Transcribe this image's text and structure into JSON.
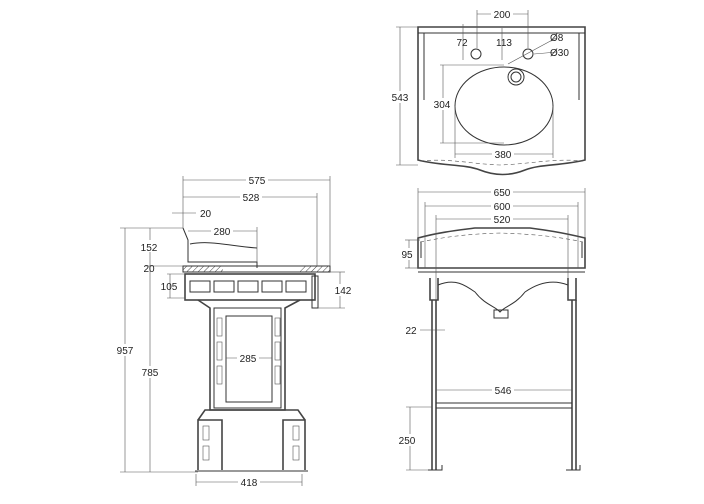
{
  "side_view": {
    "d575": "575",
    "d528": "528",
    "d20a": "20",
    "d280": "280",
    "d152": "152",
    "d20b": "20",
    "d105": "105",
    "d142": "142",
    "d957": "957",
    "d785": "785",
    "d285": "285",
    "d418": "418"
  },
  "top_view": {
    "d200": "200",
    "d72": "72",
    "d113": "113",
    "d8": "Ø8",
    "d30": "Ø30",
    "d304": "304",
    "d380": "380",
    "d543": "543"
  },
  "front_view": {
    "d650": "650",
    "d600": "600",
    "d520": "520",
    "d95": "95",
    "d22": "22",
    "d546": "546",
    "d250": "250"
  }
}
